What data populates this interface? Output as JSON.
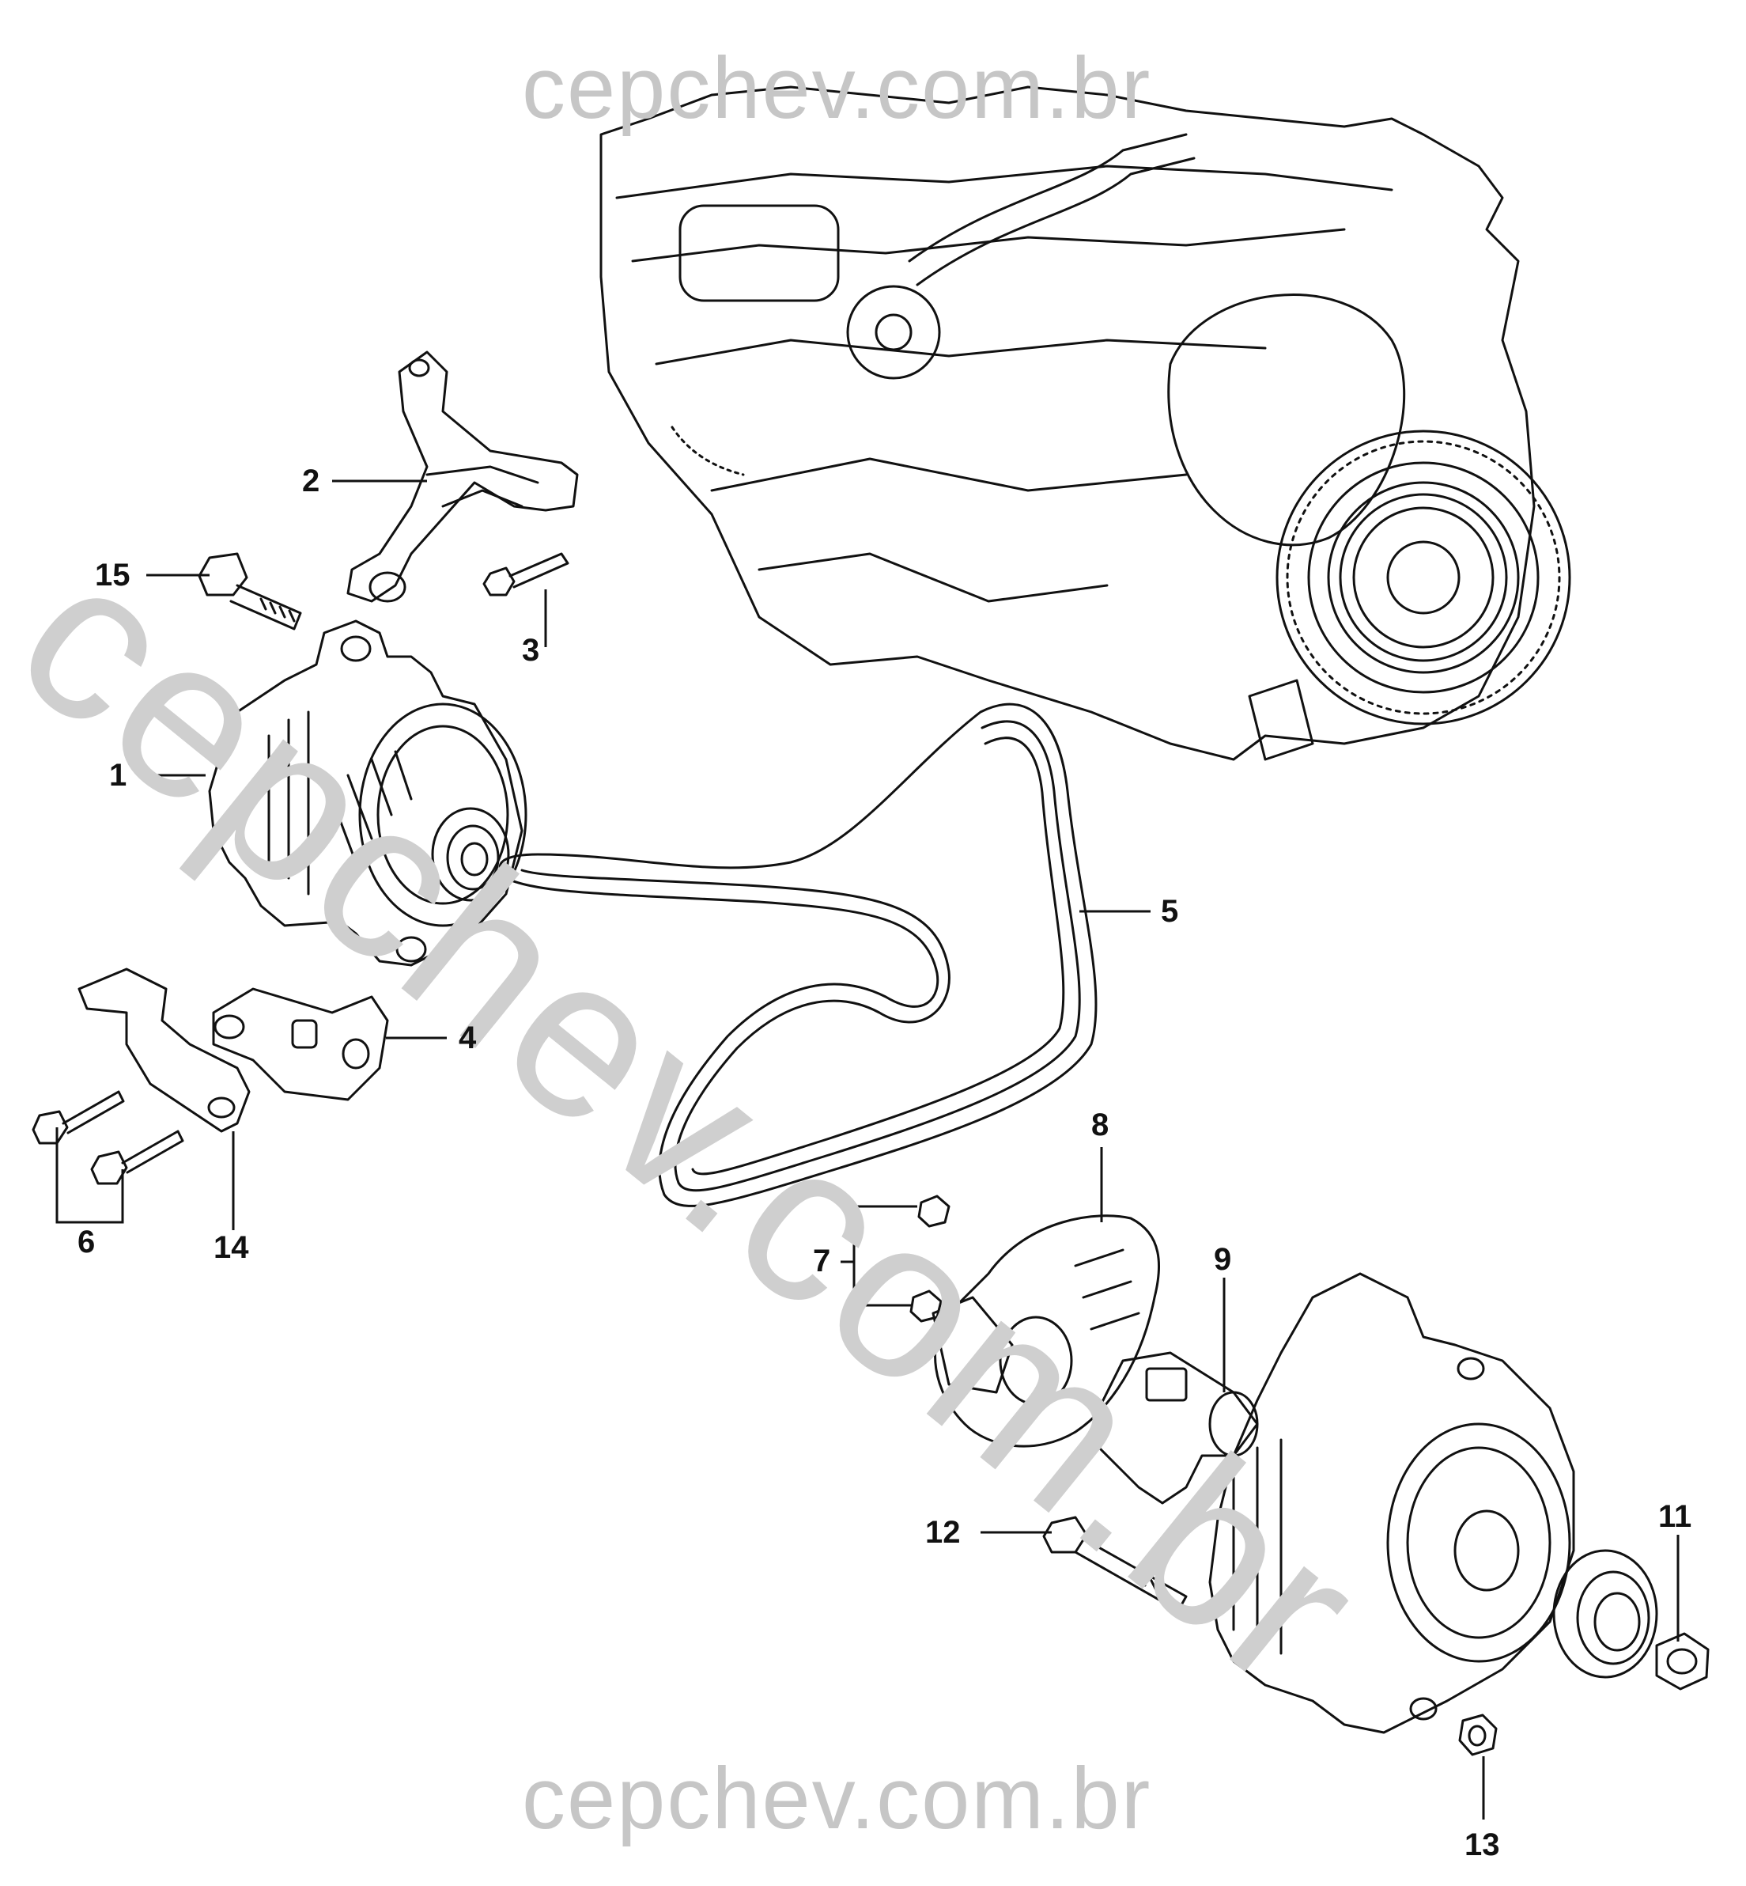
{
  "watermarks": {
    "top": "cepchev.com.br",
    "bottom": "cepchev.com.br",
    "diagonal": "cepchev.com.br"
  },
  "callouts": {
    "c1": "1",
    "c2": "2",
    "c3": "3",
    "c4": "4",
    "c5": "5",
    "c6": "6",
    "c7": "7",
    "c8": "8",
    "c9": "9",
    "c11": "11",
    "c12": "12",
    "c13": "13",
    "c14": "14",
    "c15": "15"
  },
  "colors": {
    "line": "#111111",
    "watermark": "#c6c6c6",
    "background": "#ffffff"
  }
}
